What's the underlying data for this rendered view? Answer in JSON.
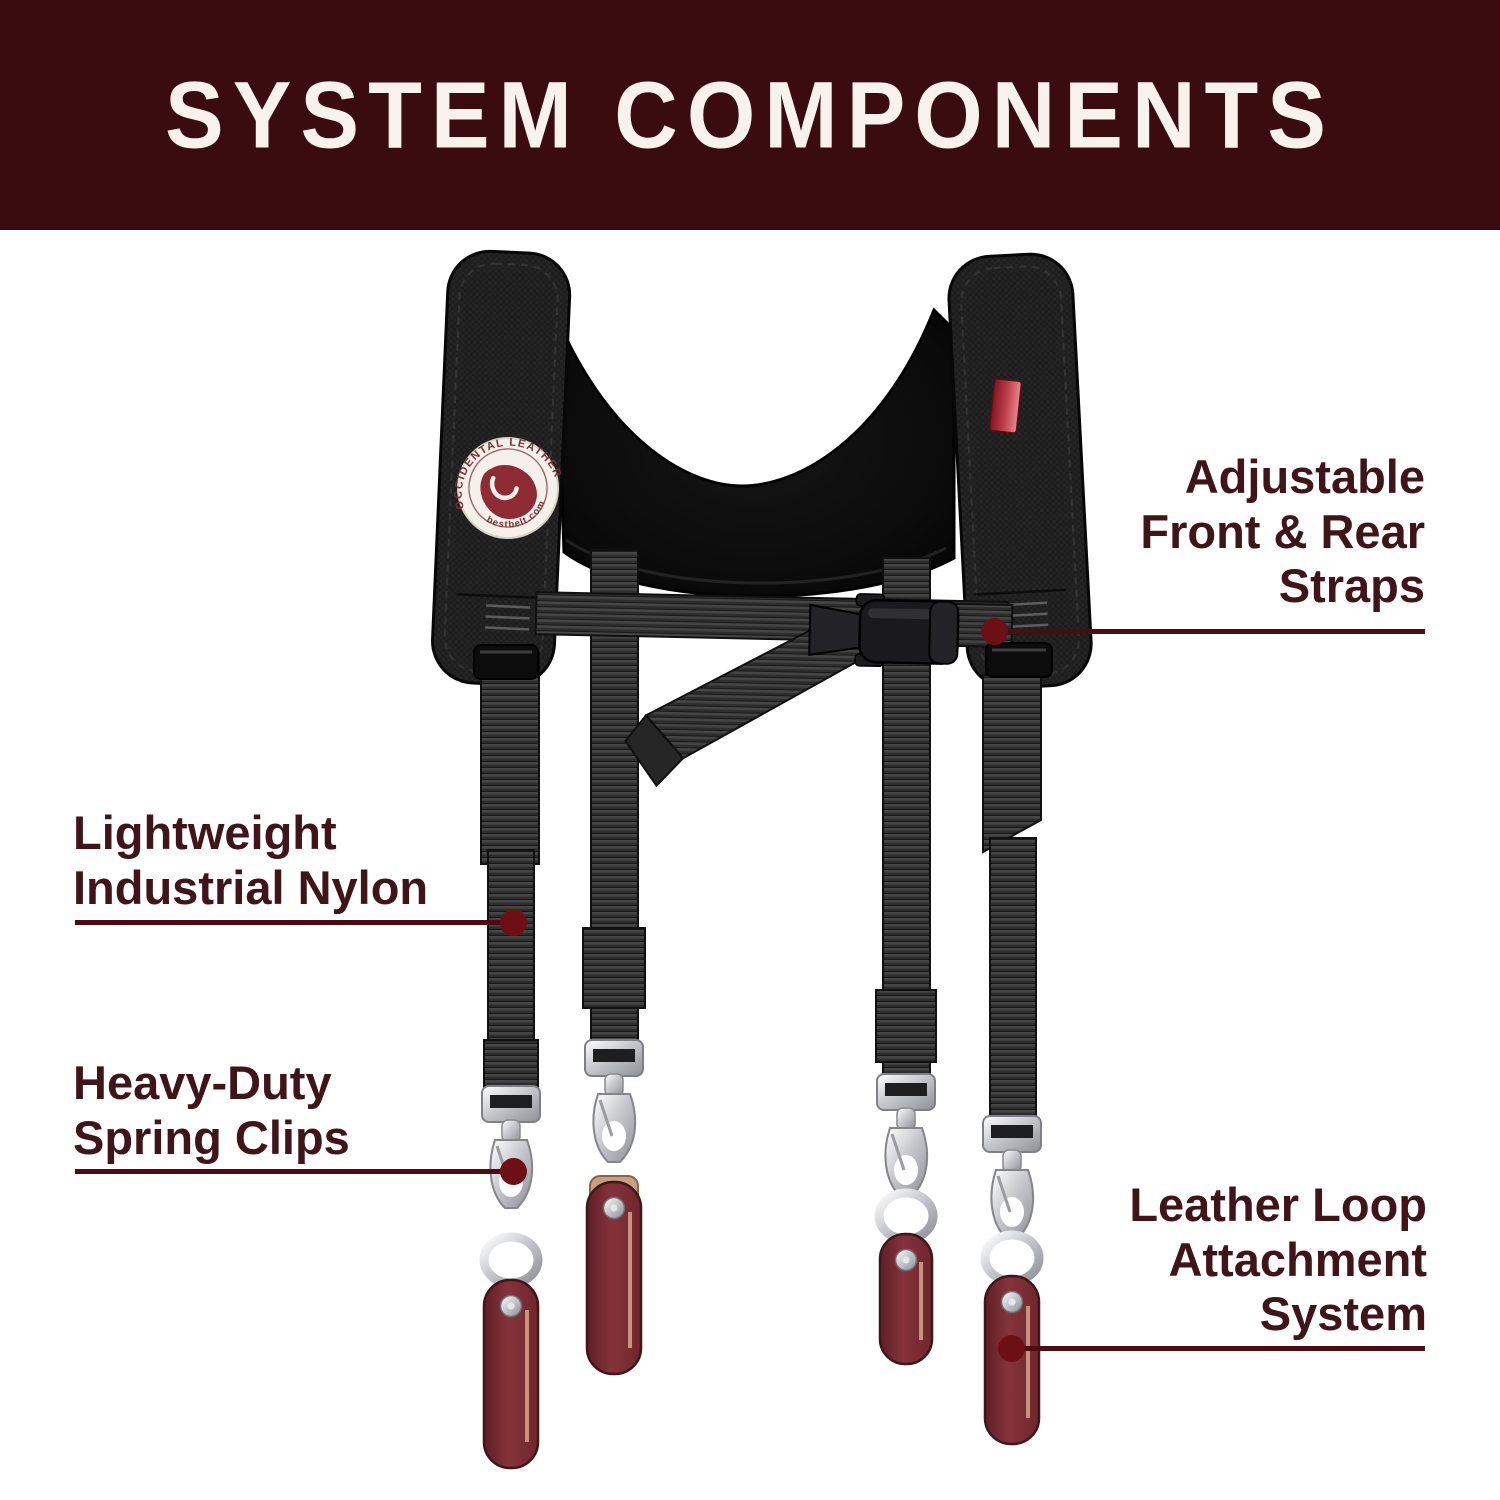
{
  "header": {
    "title": "SYSTEM COMPONENTS"
  },
  "callouts": {
    "adjustable": {
      "lines": [
        "Adjustable",
        "Front & Rear",
        "Straps"
      ]
    },
    "nylon": {
      "lines": [
        "Lightweight",
        "Industrial Nylon"
      ]
    },
    "clips": {
      "lines": [
        "Heavy-Duty",
        "Spring Clips"
      ]
    },
    "leather": {
      "lines": [
        "Leather Loop",
        "Attachment",
        "System"
      ]
    }
  },
  "product": {
    "logo": {
      "top_text": "OCCIDENTAL LEATHER",
      "bottom_text": "bestbelt.com"
    }
  },
  "palette": {
    "header_background": "#3a0c0f",
    "header_text": "#f7f2ea",
    "callout_text": "#40151a",
    "leader_line": "#4c0d12",
    "leader_dot": "#6d1016",
    "leather": "#7b2e35",
    "strap_black": "#2d2d2d",
    "metal_silver": "#c7c9ce",
    "tag_red": "#b32434"
  }
}
